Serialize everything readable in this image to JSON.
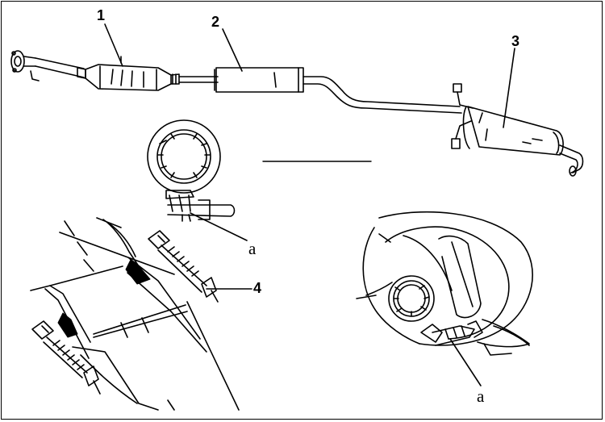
{
  "callouts": {
    "one": "1",
    "two": "2",
    "three": "3",
    "four": "4",
    "clamp_a_top": "a",
    "clamp_a_bottom": "a"
  },
  "colors": {
    "ink": "#000000",
    "paper": "#ffffff"
  }
}
